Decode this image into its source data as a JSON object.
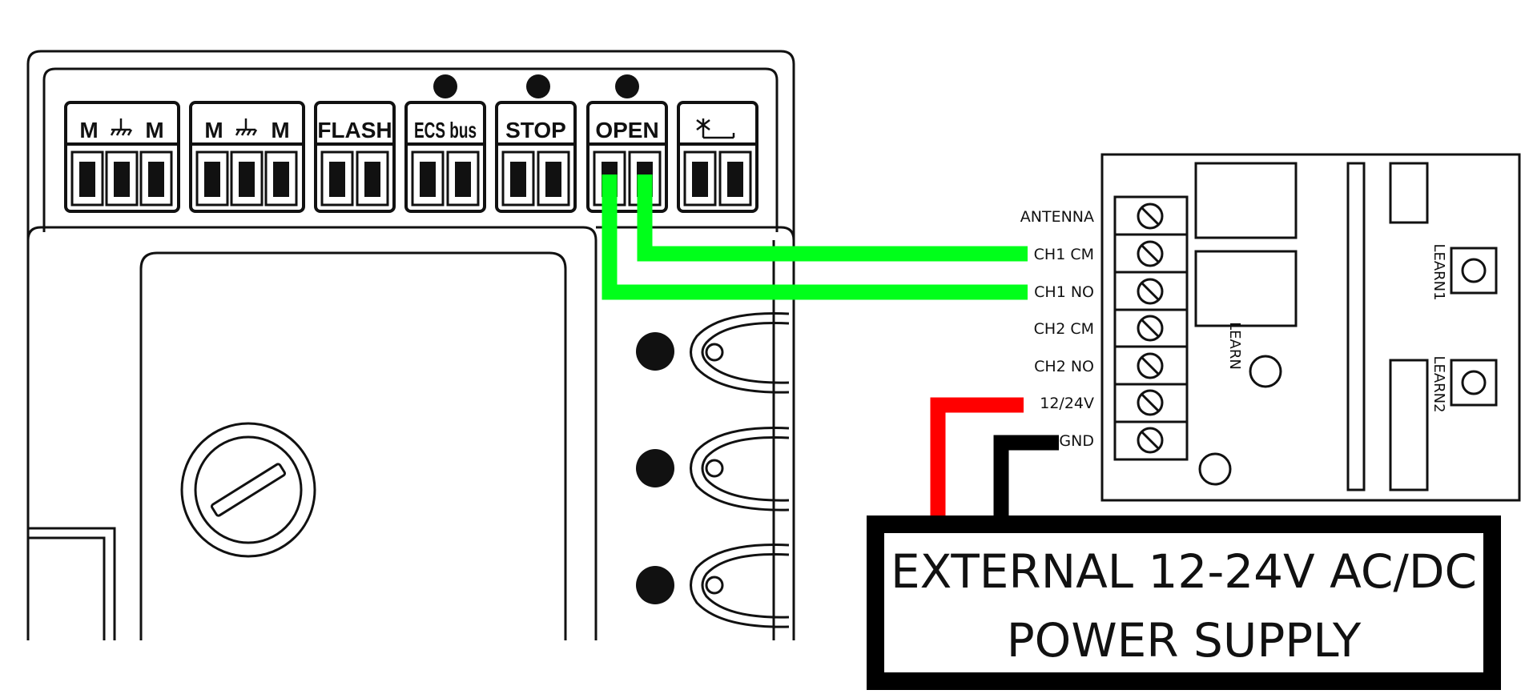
{
  "controller": {
    "terminal_blocks": [
      {
        "label_1": "M",
        "label_2": "M",
        "has_ground": true
      },
      {
        "label_1": "M",
        "label_2": "M",
        "has_ground": true
      },
      {
        "label": "FLASH"
      },
      {
        "label": "ECS bus"
      },
      {
        "label": "STOP"
      },
      {
        "label": "OPEN"
      },
      {
        "label": ""
      }
    ]
  },
  "receiver": {
    "terminals": [
      "ANTENNA",
      "CH1 CM",
      "CH1 NO",
      "CH2 CM",
      "CH2 NO",
      "12/24V",
      "GND"
    ],
    "learn_label": "LEARN",
    "learn1_label": "LEARN1",
    "learn2_label": "LEARN2"
  },
  "power_supply": {
    "line1": "EXTERNAL 12-24V AC/DC",
    "line2": "POWER SUPPLY"
  },
  "wire_colors": {
    "signal": "#00ff1a",
    "positive": "#ff0000",
    "ground": "#000000"
  }
}
